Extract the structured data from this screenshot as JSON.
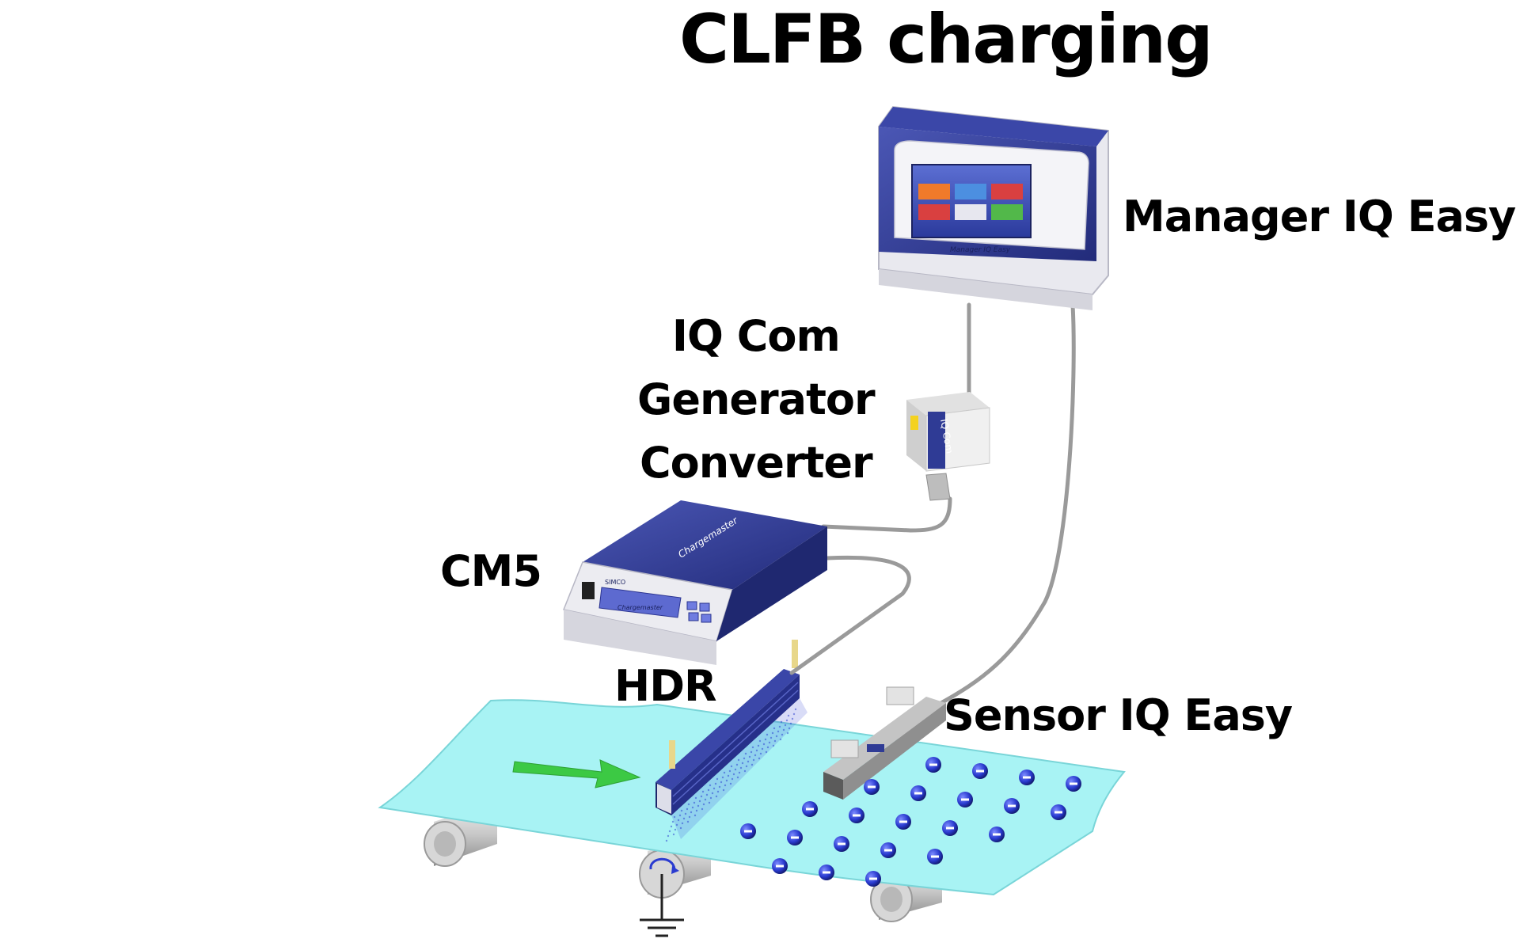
{
  "title": "CLFB charging",
  "labels": {
    "manager": "Manager IQ Easy",
    "iq_com_lines": [
      "IQ Com",
      "Generator",
      "Converter"
    ],
    "cm5": "CM5",
    "hdr": "HDR",
    "sensor": "Sensor IQ Easy"
  },
  "device_text": {
    "manager_screen_caption": "Manager IQ Easy",
    "iq_com_face": "IQ Com",
    "chargemaster_top": "Chargemaster",
    "chargemaster_front": "Chargemaster",
    "brand": "SIMCO"
  },
  "colors": {
    "device_blue": "#2f3b95",
    "device_blue_dark": "#1d266b",
    "web_cyan": "#a8f3f4",
    "arrow_green": "#3cc944",
    "charge_blue": "#2a3bd0",
    "cable_grey": "#9a9a9a"
  },
  "icons": [
    "ground-icon",
    "rotation-arrow-icon",
    "negative-charge-icon"
  ]
}
